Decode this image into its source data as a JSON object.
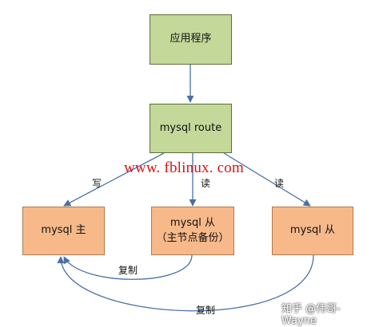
{
  "nodes": {
    "app": "应用程序",
    "router": "mysql  route",
    "master": "mysql  主",
    "slave_backup_line1": "mysql  从",
    "slave_backup_line2": "（主节点备份）",
    "slave": "mysql  从"
  },
  "edges": {
    "write": "写",
    "read_middle": "读",
    "read_right": "读",
    "replicate_1": "复制",
    "replicate_2": "复制"
  },
  "watermarks": {
    "site": "www. fblinux. com",
    "author": "知乎 @伟哥-Wayne"
  },
  "colors": {
    "green_box": "#c4d89a",
    "orange_box": "#f7b98a",
    "arrow": "#4a6fa5",
    "watermark": "#e01010"
  }
}
